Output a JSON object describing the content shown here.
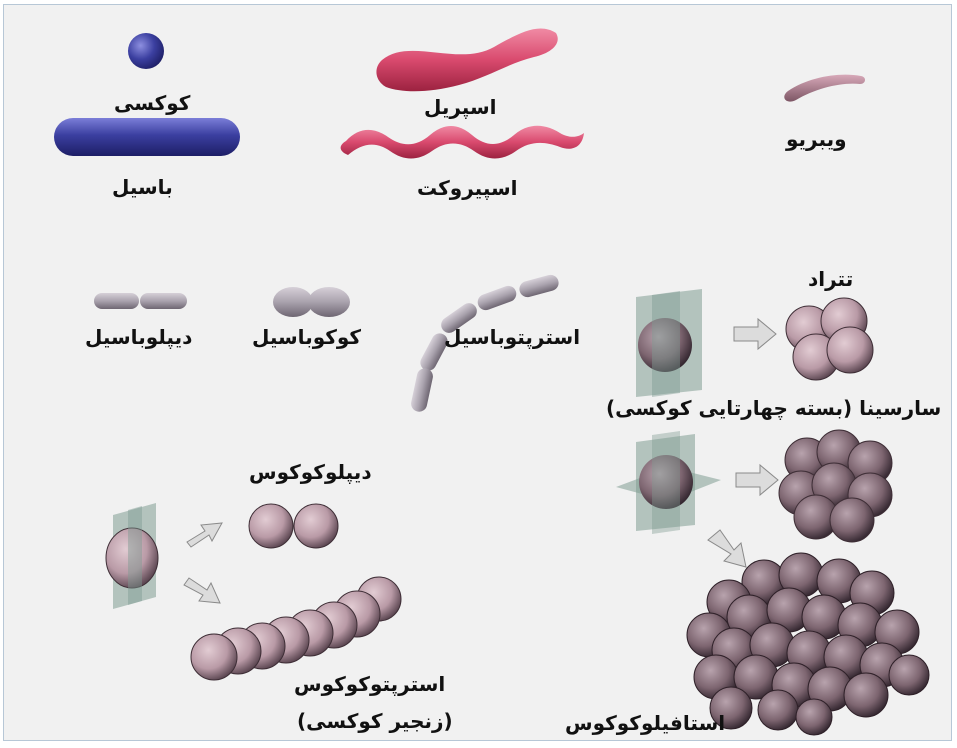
{
  "labels": {
    "coccus": "کوکسی",
    "bacillus": "باسیل",
    "spirillum": "اسپریل",
    "spirochete": "اسپیروکت",
    "vibrio": "ویبریو",
    "tetrad": "تتراد",
    "diplobacillus": "دیپلوباسیل",
    "coccobacillus": "کوکوباسیل",
    "streptobacillus": "استرپتوباسیل",
    "sarcina": "سارسینا (بسته چهارتایی کوکسی)",
    "diplococcus": "دیپلوکوکوس",
    "streptococcus_line1": "استرپتوکوکوس",
    "streptococcus_line2": "(زنجیر کوکسی)",
    "staphylococcus": "استافیلوکوکوس"
  },
  "colors": {
    "coccus_blue": "#3b3fa0",
    "spiral_red": "#d94a6e",
    "cell_pink": "#b99aa6",
    "rod_gray": "#a9a2ad",
    "plane_green": "#7f9c92",
    "arrow_gray": "#c8c8c8"
  }
}
